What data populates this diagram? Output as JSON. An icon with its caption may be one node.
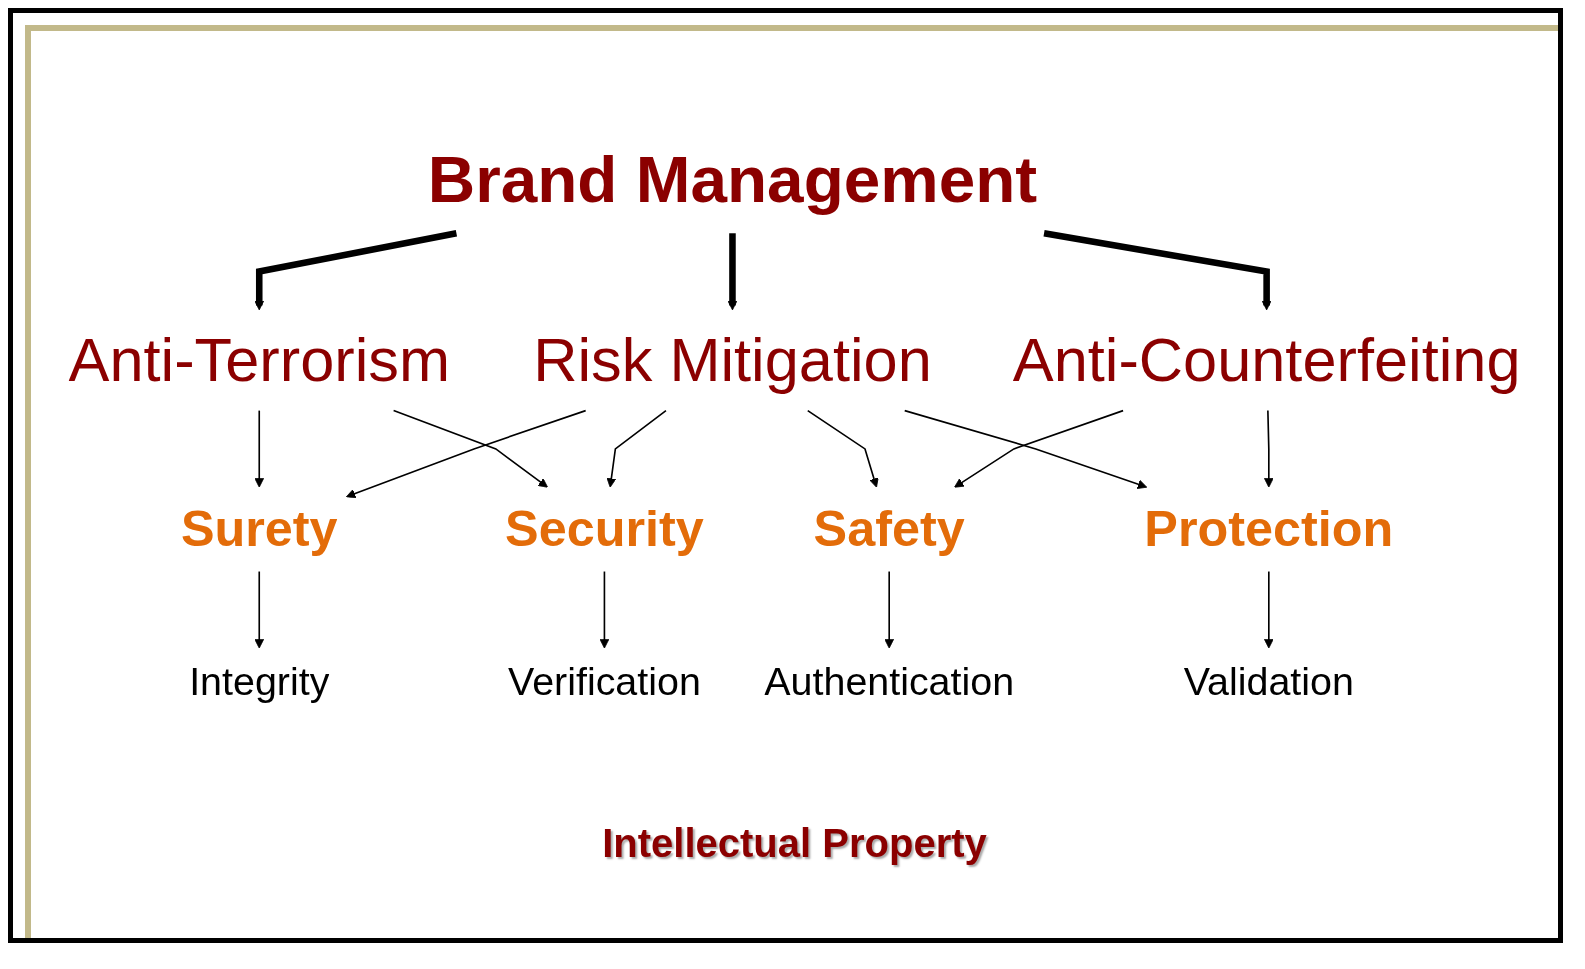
{
  "diagram": {
    "nodes": [
      {
        "text": [
          "Brand Management"
        ]
      },
      {
        "text": [
          "Anti-Terrorism"
        ]
      },
      {
        "text": [
          "Risk Mitigation"
        ]
      },
      {
        "text": [
          "Anti-Counterfeiting"
        ]
      },
      {
        "text": [
          "Surety"
        ]
      },
      {
        "text": [
          "Security"
        ]
      },
      {
        "text": [
          "Safety"
        ]
      },
      {
        "text": [
          "Protection"
        ]
      },
      {
        "text": [
          "Integrity"
        ]
      },
      {
        "text": [
          "Verification"
        ]
      },
      {
        "text": [
          "Authentication"
        ]
      },
      {
        "text": [
          "Validation"
        ]
      }
    ],
    "edges": [
      {
        "from": 0,
        "to": 1,
        "arrow": "to",
        "style": "thick"
      },
      {
        "from": 0,
        "to": 2,
        "arrow": "to",
        "style": "thick"
      },
      {
        "from": 0,
        "to": 3,
        "arrow": "to",
        "style": "thick"
      },
      {
        "from": 1,
        "to": 4,
        "arrow": "to"
      },
      {
        "from": 1,
        "to": 5,
        "arrow": "to"
      },
      {
        "from": 2,
        "to": 4,
        "arrow": "to"
      },
      {
        "from": 2,
        "to": 5,
        "arrow": "to"
      },
      {
        "from": 2,
        "to": 6,
        "arrow": "to"
      },
      {
        "from": 2,
        "to": 7,
        "arrow": "to"
      },
      {
        "from": 3,
        "to": 6,
        "arrow": "to"
      },
      {
        "from": 3,
        "to": 7,
        "arrow": "to"
      },
      {
        "from": 4,
        "to": 8,
        "arrow": "to"
      },
      {
        "from": 5,
        "to": 9,
        "arrow": "to"
      },
      {
        "from": 6,
        "to": 10,
        "arrow": "to"
      },
      {
        "from": 7,
        "to": 11,
        "arrow": "to"
      }
    ],
    "labels": [
      "Intellectual Property"
    ]
  }
}
